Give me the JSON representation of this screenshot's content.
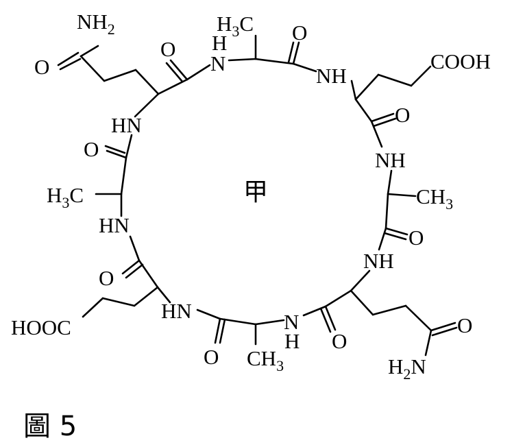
{
  "center_label": "甲",
  "caption": "圖 5",
  "atoms": {
    "nh2_top": "NH",
    "nh2_top_sub": "2",
    "o_top_left_amide": "O",
    "o_top_left_ring": "O",
    "h_top": "H",
    "n_top": "N",
    "h3c_top": "H",
    "h3c_top_sub": "3",
    "h3c_top_c": "C",
    "o_top_right_ring": "O",
    "nh_right_top": "NH",
    "cooh_top": "COOH",
    "o_right_1": "O",
    "nh_right_mid": "NH",
    "ch3_right": "CH",
    "ch3_right_sub": "3",
    "o_right_2": "O",
    "nh_right_low": "NH",
    "o_amide_bottom": "O",
    "h2n_bottom": "H",
    "h2n_bottom_sub": "2",
    "h2n_bottom_n": "N",
    "o_bottom_right_ring": "O",
    "n_bottom": "N",
    "h_bottom": "H",
    "ch3_bottom": "CH",
    "ch3_bottom_sub": "3",
    "o_bottom_left_ring": "O",
    "hn_bottom_left": "HN",
    "hooc_bottom": "HOOC",
    "o_left_low": "O",
    "hn_left_mid": "HN",
    "h3c_left": "H",
    "h3c_left_sub": "3",
    "h3c_left_c": "C",
    "o_left_up": "O",
    "hn_left_top": "HN"
  }
}
